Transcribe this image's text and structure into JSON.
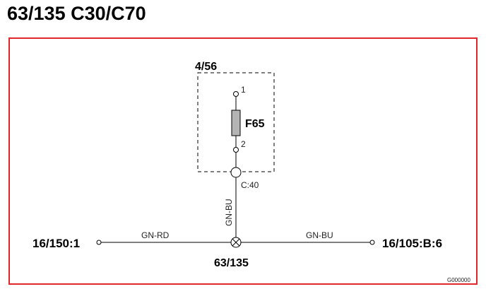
{
  "title": "63/135 C30/C70",
  "colors": {
    "frame": "#e02828",
    "fuse_fill": "#b4b4b4",
    "wire": "#000000"
  },
  "diagram": {
    "box_label": "4/56",
    "fuse_label": "F65",
    "pin_top": "1",
    "pin_bottom": "2",
    "connector_label": "C:40",
    "vertical_wire": "GN-BU",
    "left_wire": "GN-RD",
    "right_wire": "GN-BU",
    "left_terminal": "16/150:1",
    "right_terminal": "16/105:B:6",
    "splice_label": "63/135",
    "code": "G000000"
  }
}
